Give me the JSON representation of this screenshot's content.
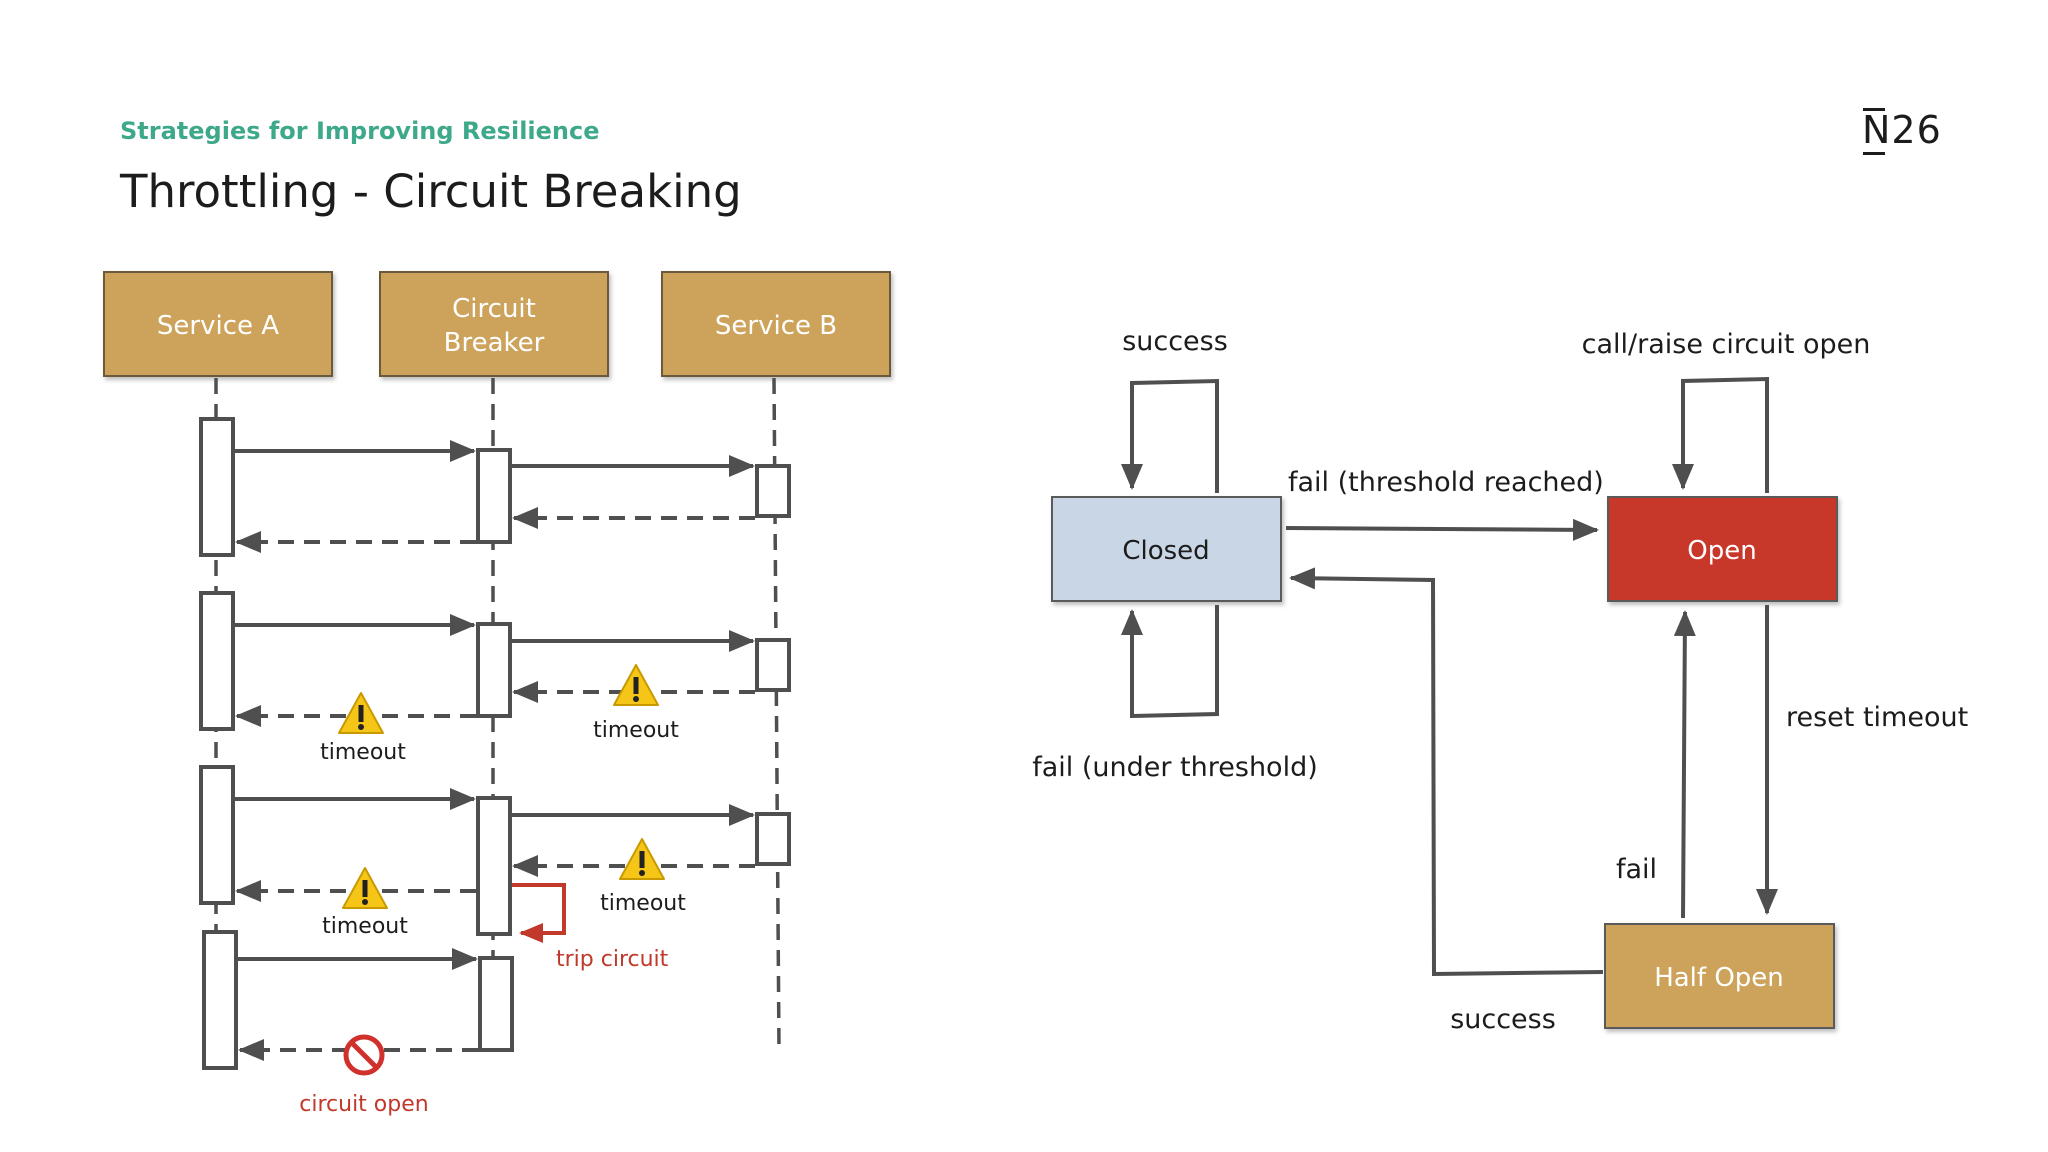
{
  "header": {
    "subtitle": "Strategies for Improving Resilience",
    "title": "Throttling - Circuit Breaking",
    "logo_text": "N26"
  },
  "sequence": {
    "participants": [
      {
        "line1": "Service A",
        "line2": ""
      },
      {
        "line1": "Circuit",
        "line2": "Breaker"
      },
      {
        "line1": "Service B",
        "line2": ""
      }
    ],
    "labels": {
      "timeout_a1": "timeout",
      "timeout_b1": "timeout",
      "timeout_a2": "timeout",
      "timeout_b2": "timeout",
      "trip_circuit": "trip circuit",
      "circuit_open": "circuit open"
    }
  },
  "state_machine": {
    "states": {
      "closed": "Closed",
      "open": "Open",
      "half_open": "Half Open"
    },
    "labels": {
      "success_loop": "success",
      "call_raise": "call/raise circuit open",
      "fail_threshold": "fail (threshold reached)",
      "fail_under": "fail (under threshold)",
      "reset_timeout": "reset timeout",
      "fail": "fail",
      "success_return": "success"
    }
  },
  "colors": {
    "participant_fill": "#cda35c",
    "closed_fill": "#c8d6e5",
    "open_fill": "#c8382a",
    "half_open_fill": "#cda35c",
    "line": "#4f4f4f",
    "accent_red": "#c0392b",
    "subtitle_green": "#3ea88a"
  }
}
